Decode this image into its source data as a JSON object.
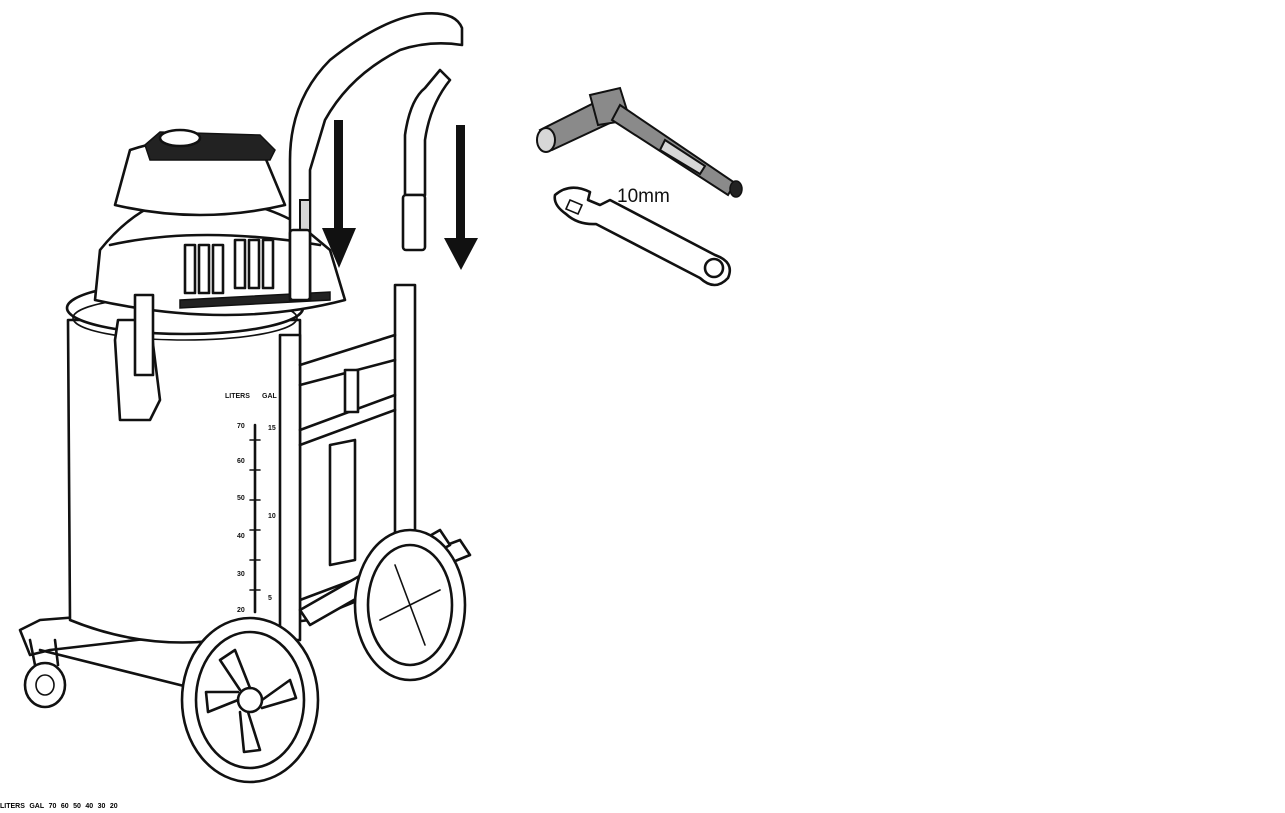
{
  "labels": {
    "wrench_size": "10mm",
    "scale_header_left": "LITERS",
    "scale_header_right": "GAL"
  },
  "tank_scale": {
    "liters": [
      "70",
      "60",
      "50",
      "40",
      "30",
      "20"
    ],
    "gallons": [
      "15",
      "10",
      "5"
    ]
  },
  "icons": {
    "before": "vacuum-cart-before-assembly",
    "after": "vacuum-cart-assembled",
    "tool1": "socket-ratchet-icon",
    "tool2": "combination-wrench-icon",
    "hardware": "bolt-nut-icon",
    "direction": "arrow-icon"
  }
}
